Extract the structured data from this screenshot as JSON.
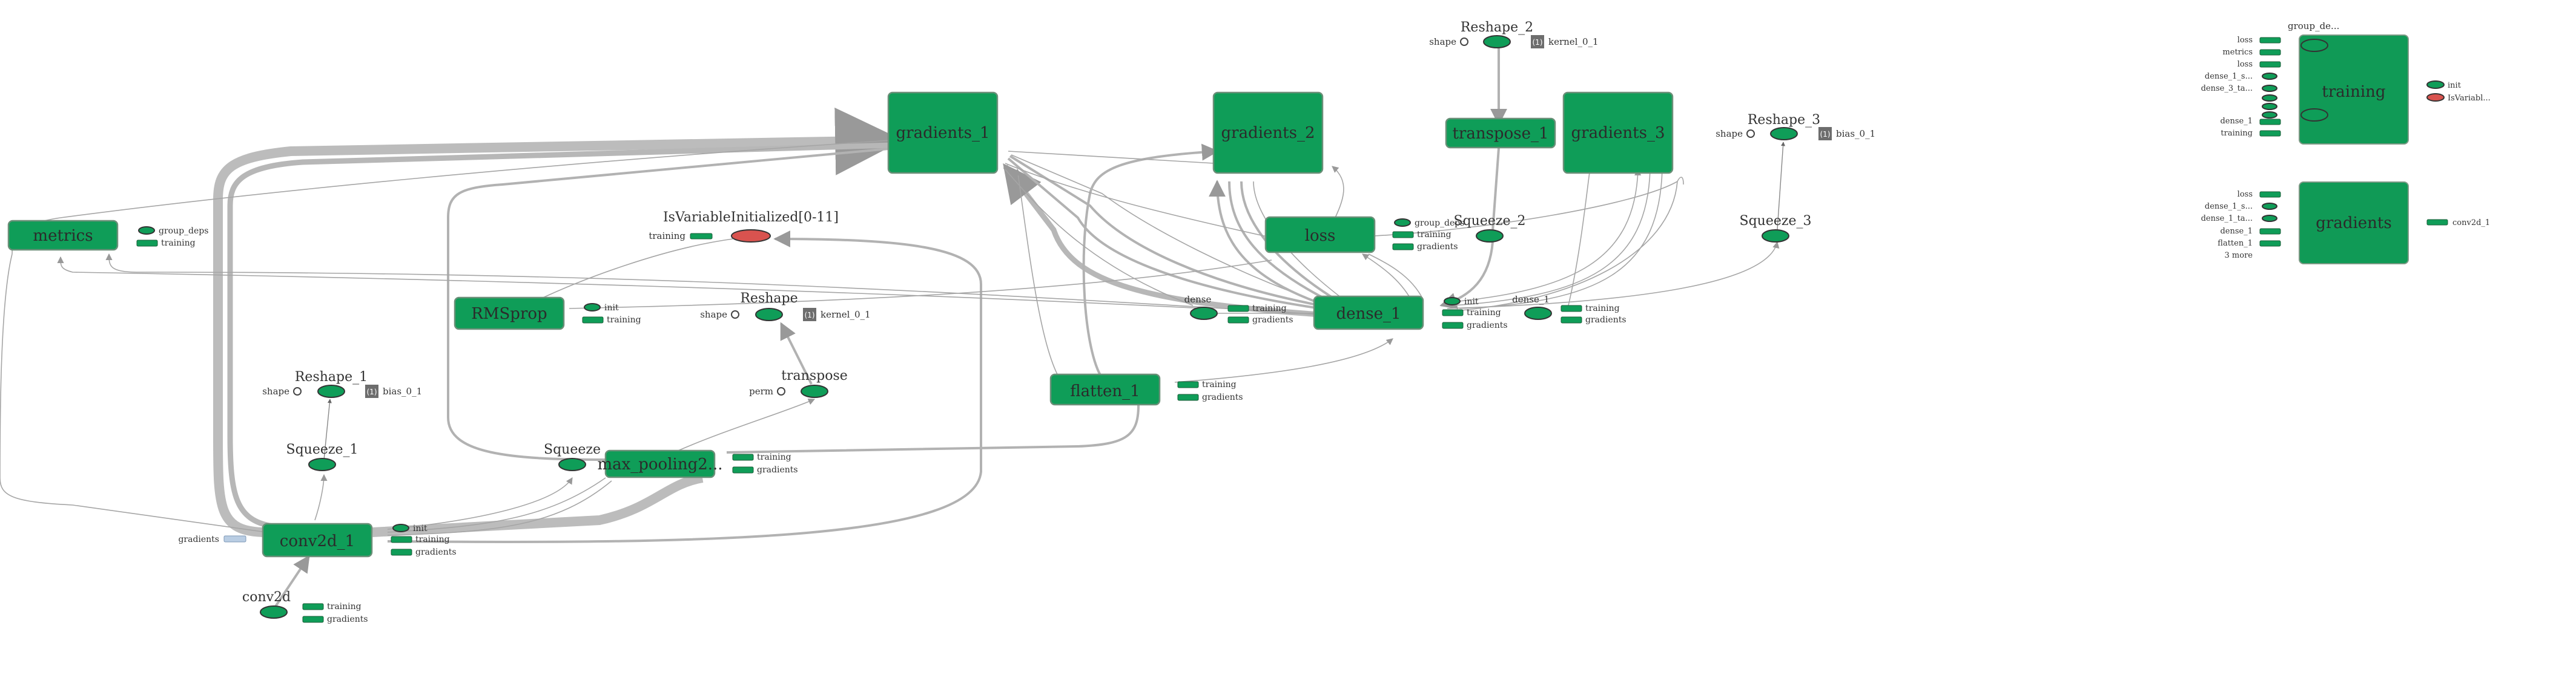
{
  "graph": {
    "nodes": {
      "gradients_1": "gradients_1",
      "gradients_2": "gradients_2",
      "gradients_3": "gradients_3",
      "transpose_1": "transpose_1",
      "loss": "loss",
      "metrics": "metrics",
      "rmsprop": "RMSprop",
      "dense_1": "dense_1",
      "flatten_1": "flatten_1",
      "max_pooling": "max_pooling2...",
      "conv2d_1": "conv2d_1",
      "training": "training",
      "gradients": "gradients"
    },
    "labels": {
      "reshape_2": "Reshape_2",
      "reshape_3": "Reshape_3",
      "reshape": "Reshape",
      "reshape_1": "Reshape_1",
      "squeeze_1": "Squeeze_1",
      "squeeze_2": "Squeeze_2",
      "squeeze_3": "Squeeze_3",
      "squeeze": "Squeeze",
      "transpose": "transpose",
      "conv2d": "conv2d",
      "dense": "dense",
      "dense_lower": "dense_1",
      "isvar": "IsVariableInitialized[0-11]",
      "shape": "shape",
      "perm": "perm",
      "kernel_0_1": "kernel_0_1",
      "bias_0_1": "bias_0_1",
      "training": "training",
      "gradients": "gradients",
      "init": "init",
      "group_deps": "group_deps",
      "group_de": "group_de...",
      "loss": "loss",
      "metrics": "metrics",
      "dense_1_s": "dense_1_s...",
      "dense_3_ta": "dense_3_ta...",
      "dense_1_ta": "dense_1_ta...",
      "dense_1_short": "dense_1",
      "flatten_1": "flatten_1",
      "more": "3 more",
      "isvar_short": "IsVariabl...",
      "conv2d_1_out": "conv2d_1",
      "const_tag": "(1)"
    }
  }
}
